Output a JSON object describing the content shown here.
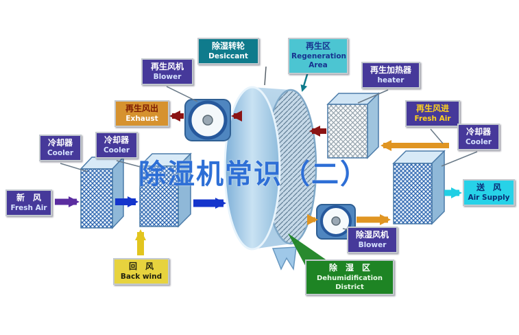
{
  "title": {
    "text": "除湿机常识（二）",
    "color": "#2e6fd6"
  },
  "labels": {
    "desiccant_wheel": {
      "zh": "除湿转轮",
      "en": "Desiccant"
    },
    "regeneration_area": {
      "zh": "再生区",
      "en": "Regeneration Area"
    },
    "regen_blower": {
      "zh": "再生风机",
      "en": "Blower"
    },
    "regen_heater": {
      "zh": "再生加热器",
      "en": "heater"
    },
    "regen_air_out": {
      "zh": "再生风出",
      "en": "Exhaust"
    },
    "regen_air_in": {
      "zh": "再生风进",
      "en": "Fresh Air"
    },
    "cooler_left": {
      "zh": "冷却器",
      "en": "Cooler"
    },
    "cooler_mid": {
      "zh": "冷却器",
      "en": "Cooler"
    },
    "cooler_right": {
      "zh": "冷却器",
      "en": "Cooler"
    },
    "fresh_air_in": {
      "zh": "新　风",
      "en": "Fresh Air"
    },
    "return_air": {
      "zh": "回　风",
      "en": "Back wind"
    },
    "supply_blower": {
      "zh": "除湿风机",
      "en": "Blower"
    },
    "air_supply": {
      "zh": "送　风",
      "en": "Air Supply"
    },
    "dehumid_district": {
      "zh": "除　湿　区",
      "en": "Dehumidification District"
    }
  },
  "colors": {
    "purple_label": "#46399a",
    "teal_dark_label": "#0f7b8c",
    "teal_light_label": "#4cc5d2",
    "orange_label": "#d6922f",
    "yellow_label": "#e7d33e",
    "cyan_label": "#27d2e8",
    "green_label": "#1e8424",
    "arrow_blue": "#1535cc",
    "arrow_dark_red": "#8b1414",
    "arrow_orange": "#e09522",
    "arrow_purple": "#5b2da0",
    "arrow_yellow": "#e2c51e",
    "arrow_cyan": "#20cfe4",
    "title_blue": "#2e6fd6"
  }
}
